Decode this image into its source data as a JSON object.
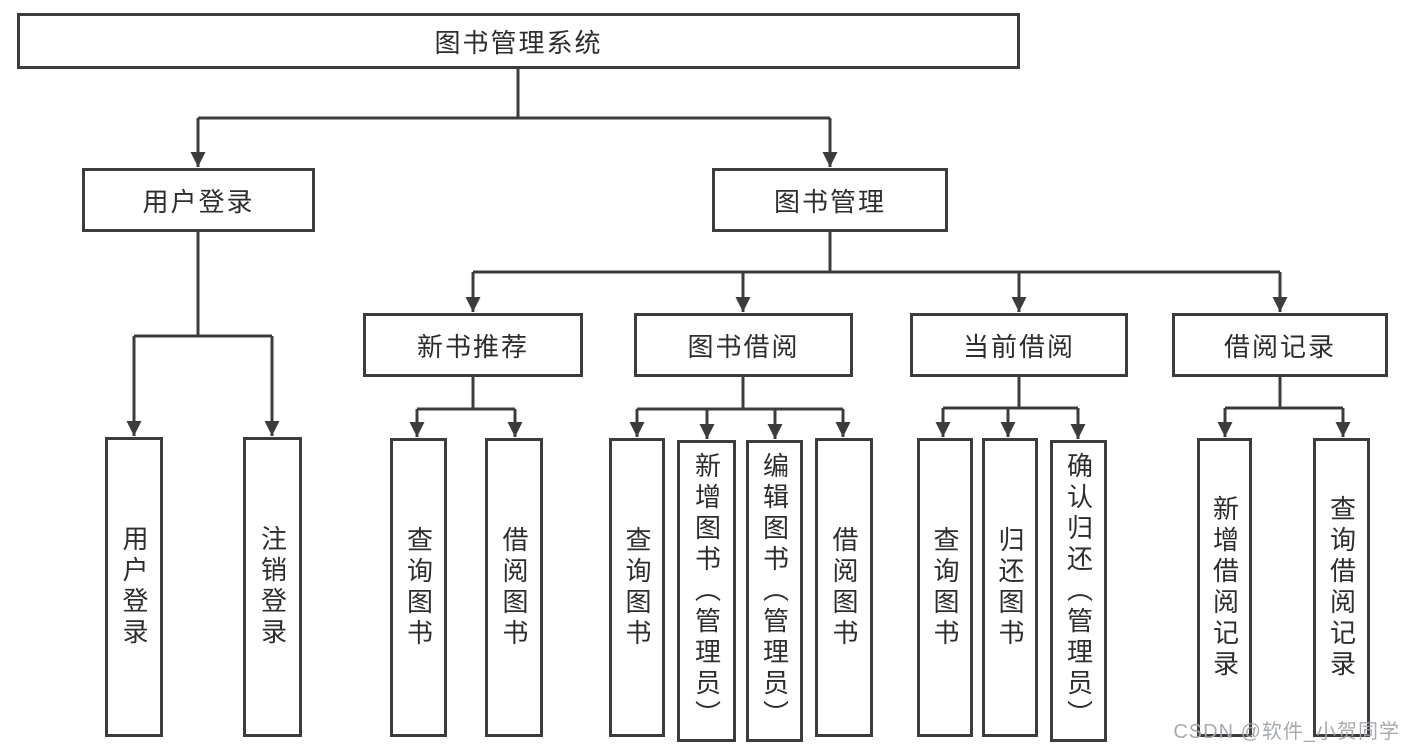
{
  "tree": {
    "label": "图书管理系统",
    "children": [
      {
        "label": "用户登录",
        "children": [
          {
            "label": "用户登录"
          },
          {
            "label": "注销登录"
          }
        ]
      },
      {
        "label": "图书管理",
        "children": [
          {
            "label": "新书推荐",
            "children": [
              {
                "label": "查询图书"
              },
              {
                "label": "借阅图书"
              }
            ]
          },
          {
            "label": "图书借阅",
            "children": [
              {
                "label": "查询图书"
              },
              {
                "label": "新增图书（管理员）"
              },
              {
                "label": "编辑图书（管理员）"
              },
              {
                "label": "借阅图书"
              }
            ]
          },
          {
            "label": "当前借阅",
            "children": [
              {
                "label": "查询图书"
              },
              {
                "label": "归还图书"
              },
              {
                "label": "确认归还（管理员）"
              }
            ]
          },
          {
            "label": "借阅记录",
            "children": [
              {
                "label": "新增借阅记录"
              },
              {
                "label": "查询借阅记录"
              }
            ]
          }
        ]
      }
    ]
  },
  "watermark": {
    "text": "CSDN @软件_小贺同学"
  },
  "colors": {
    "line": "#3c3c3c",
    "box_border": "#3c3c3c",
    "text": "#2d2d2d",
    "watermark_text": "#a2a6ab",
    "background": "#ffffff"
  }
}
